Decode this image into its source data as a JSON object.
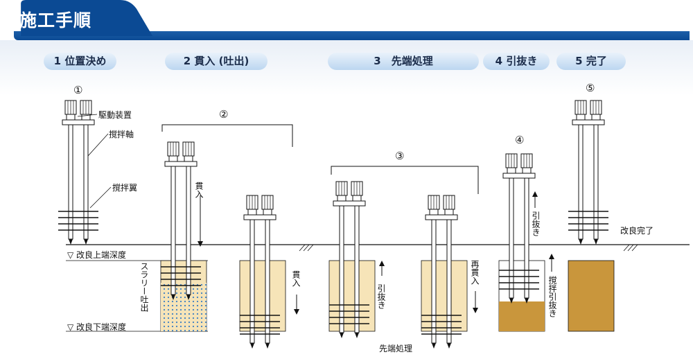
{
  "title": "施工手順",
  "steps": [
    {
      "label": "1 位置決め"
    },
    {
      "label": "2 貫入 (吐出)"
    },
    {
      "label": "3　先端処理"
    },
    {
      "label": "4 引抜き"
    },
    {
      "label": "5 完了"
    }
  ],
  "markers": [
    "①",
    "②",
    "③",
    "④",
    "⑤"
  ],
  "labels": {
    "drive_unit": "駆動装置",
    "stir_shaft": "撹拌軸",
    "stir_wing": "撹拌翼",
    "upper_depth": "▽ 改良上端深度",
    "lower_depth": "▽ 改良下端深度",
    "penetrate": "貫入",
    "slurry": "スラリー吐出",
    "penetrate2": "貫入",
    "pull": "引抜き",
    "repenetrate": "再貫入",
    "tip_treatment": "先端処理",
    "pull4": "引抜き",
    "stir_pull": "撹拌引抜き",
    "complete": "改良完了"
  },
  "colors": {
    "header_blue": "#0b4a94",
    "soil_fill": "#f6e4b8",
    "improved_fill": "#c9963c",
    "slurry_dot": "#3a7fc4"
  }
}
